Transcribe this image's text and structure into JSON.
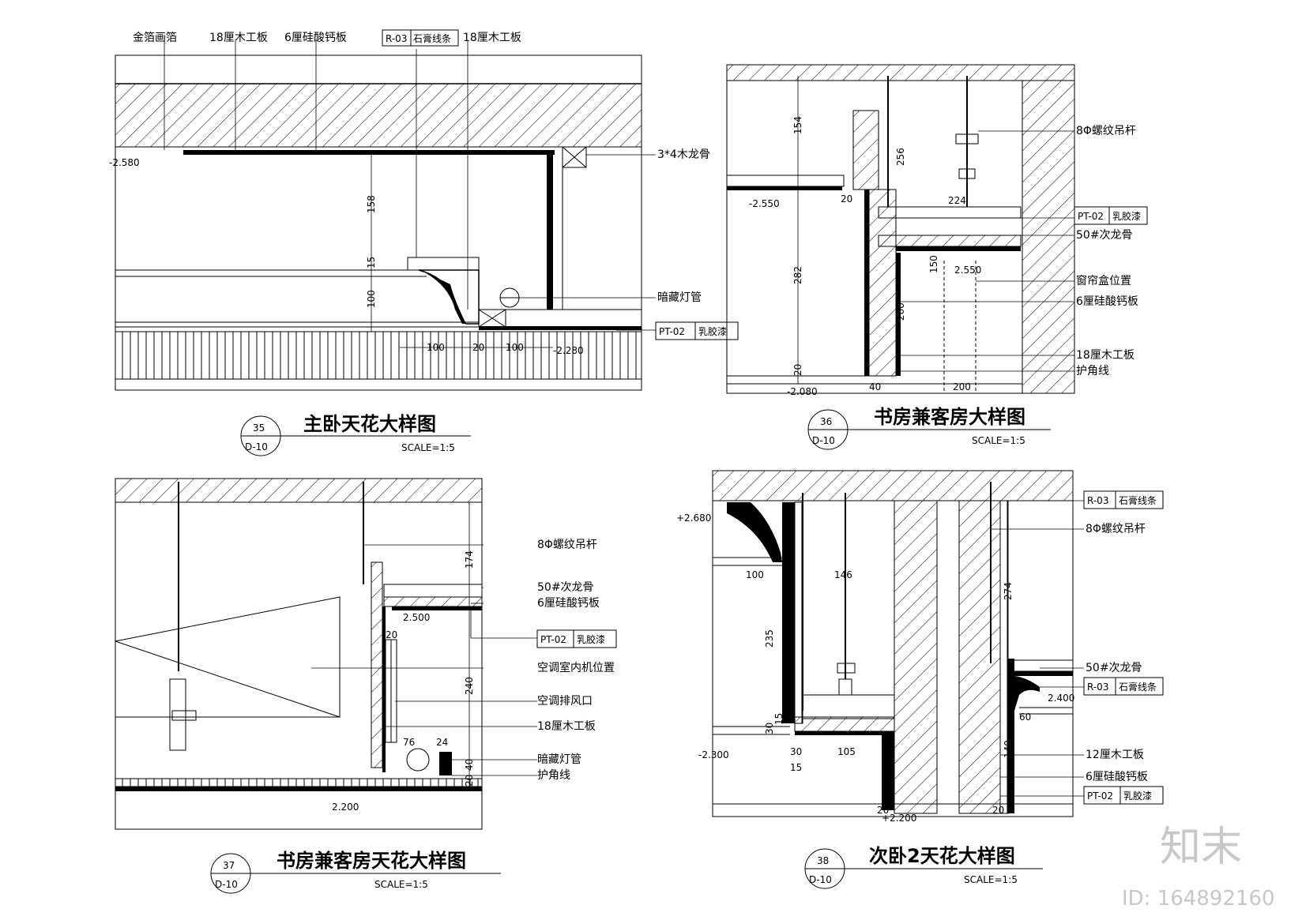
{
  "watermark": {
    "brand": "知末",
    "id": "ID: 164892160"
  },
  "d35": {
    "num": "35",
    "sheet": "D-10",
    "title": "主卧天花大样图",
    "scale": "SCALE=1:5",
    "labels": [
      "金箔画箔",
      "18厘木工板",
      "6厘硅酸钙板",
      "18厘木工板",
      "3*4木龙骨",
      "暗藏灯管"
    ],
    "tag1": {
      "code": "R-03",
      "text": "石膏线条"
    },
    "tag2": {
      "code": "PT-02",
      "text": "乳胶漆"
    },
    "elev1": "-2.580",
    "elev2": "-2.280",
    "dims": [
      "158",
      "15",
      "100",
      "100",
      "20",
      "100"
    ]
  },
  "d36": {
    "num": "36",
    "sheet": "D-10",
    "title": "书房兼客房大样图",
    "scale": "SCALE=1:5",
    "labels": [
      "8Φ螺纹吊杆",
      "50#次龙骨",
      "窗帘盒位置",
      "6厘硅酸钙板",
      "18厘木工板",
      "护角线"
    ],
    "tag": {
      "code": "PT-02",
      "text": "乳胶漆"
    },
    "elev1": "-2.550",
    "elev2": "-2.080",
    "elev3": "2.550",
    "dims": [
      "154",
      "256",
      "224",
      "20",
      "282",
      "200",
      "20",
      "40",
      "200",
      "150"
    ]
  },
  "d37": {
    "num": "37",
    "sheet": "D-10",
    "title": "书房兼客房天花大样图",
    "scale": "SCALE=1:5",
    "labels": [
      "8Φ螺纹吊杆",
      "50#次龙骨",
      "6厘硅酸钙板",
      "空调室内机位置",
      "空调排风口",
      "18厘木工板",
      "暗藏灯管",
      "护角线"
    ],
    "tag": {
      "code": "PT-02",
      "text": "乳胶漆"
    },
    "elev1": "2.500",
    "elev2": "2.200",
    "dims": [
      "174",
      "240",
      "20",
      "76",
      "24",
      "40",
      "20"
    ]
  },
  "d38": {
    "num": "38",
    "sheet": "D-10",
    "title": "次卧2天花大样图",
    "scale": "SCALE=1:5",
    "labels": [
      "8Φ螺纹吊杆",
      "50#次龙骨",
      "12厘木工板",
      "6厘硅酸钙板"
    ],
    "tag1": {
      "code": "R-03",
      "text": "石膏线条"
    },
    "tag2": {
      "code": "R-03",
      "text": "石膏线条"
    },
    "tag3": {
      "code": "PT-02",
      "text": "乳胶漆"
    },
    "elev1": "+2.680",
    "elev2": "-2.300",
    "elev3": "+2.200",
    "elev4": "2.400",
    "dims": [
      "100",
      "146",
      "235",
      "274",
      "30",
      "15",
      "30",
      "15",
      "105",
      "60",
      "140",
      "20",
      "20"
    ]
  }
}
